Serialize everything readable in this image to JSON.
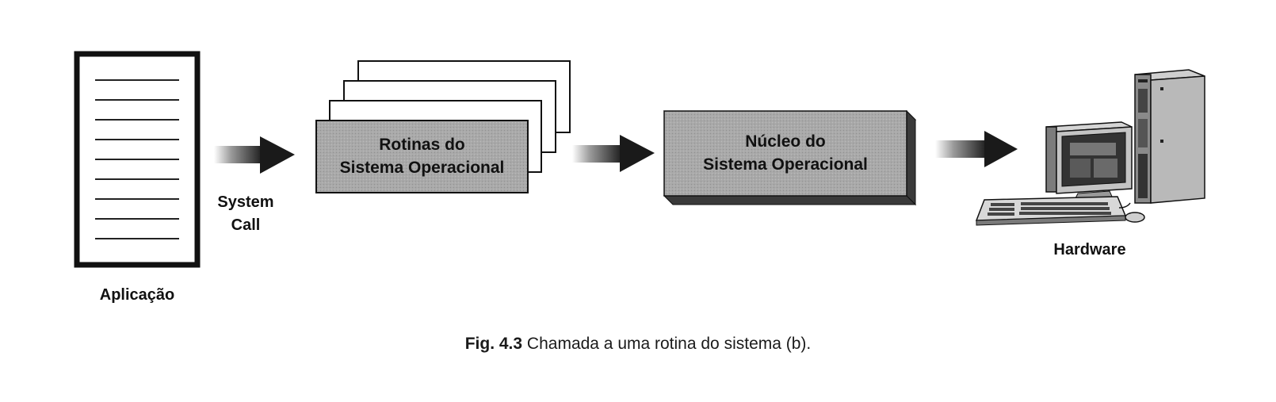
{
  "application": {
    "label": "Aplicação"
  },
  "system_call": {
    "line1": "System",
    "line2": "Call"
  },
  "routines": {
    "line1": "Rotinas do",
    "line2": "Sistema Operacional"
  },
  "kernel": {
    "line1": "Núcleo do",
    "line2": "Sistema Operacional"
  },
  "hardware": {
    "label": "Hardware"
  },
  "caption": {
    "figure_number": "Fig. 4.3",
    "text": "Chamada a uma rotina do sistema (b)."
  },
  "colors": {
    "box_fill": "#a8a8a8",
    "ink": "#111111",
    "paper": "#ffffff"
  }
}
